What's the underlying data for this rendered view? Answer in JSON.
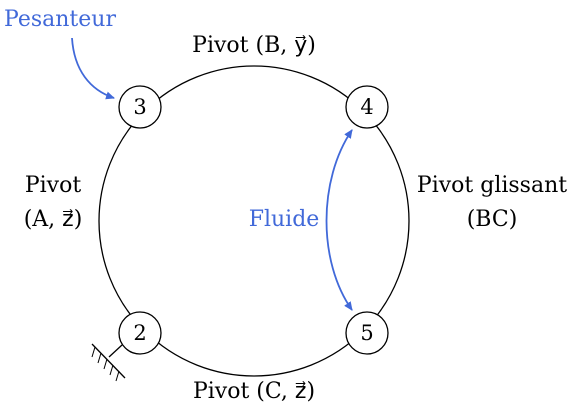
{
  "nodes": [
    {
      "id": "3",
      "label": "3"
    },
    {
      "id": "4",
      "label": "4"
    },
    {
      "id": "2",
      "label": "2"
    },
    {
      "id": "5",
      "label": "5"
    }
  ],
  "links": {
    "top": {
      "line1": "Pivot (B, y⃗)"
    },
    "left": {
      "line1": "Pivot",
      "line2": "(A, z⃗)"
    },
    "right": {
      "line1": "Pivot glissant",
      "line2": "(BC)"
    },
    "bottom": {
      "line1": "Pivot (C, z⃗)"
    }
  },
  "actions": {
    "gravity": "Pesanteur",
    "fluid": "Fluide"
  },
  "colors": {
    "action_blue": "#4169d9",
    "stroke": "#000000"
  }
}
